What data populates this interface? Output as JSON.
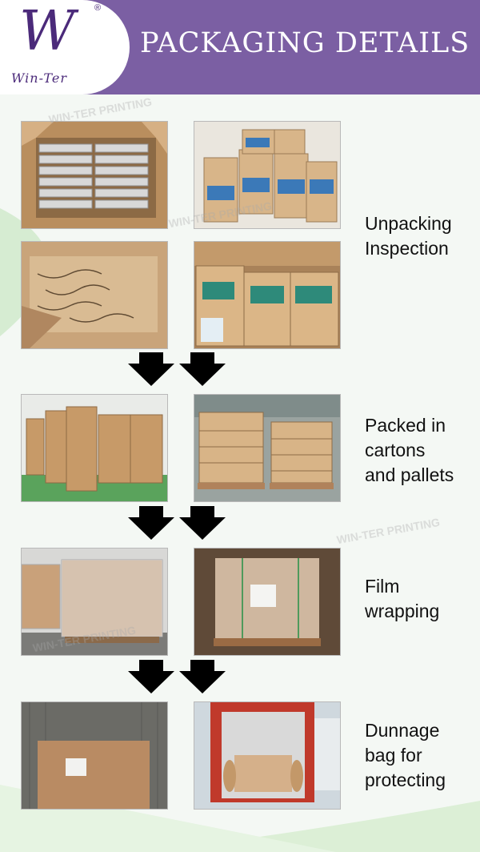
{
  "header": {
    "title": "PACKAGING DETAILS",
    "logo_mark": "W",
    "logo_sub": "Win-Ter",
    "registered": "®"
  },
  "steps": [
    {
      "label_lines": [
        "Unpacking",
        "Inspection"
      ]
    },
    {
      "label_lines": [
        "Packed in",
        "cartons",
        "and pallets"
      ]
    },
    {
      "label_lines": [
        "Film",
        "wrapping"
      ]
    },
    {
      "label_lines": [
        "Dunnage",
        "bag for",
        "protecting"
      ]
    }
  ],
  "watermark": "WIN-TER PRINTING",
  "colors": {
    "header": "#7b5fa3",
    "logo": "#4b2a7a",
    "arrow": "#000000",
    "carton": "#c9a47a"
  },
  "icons": [
    "down-arrow-icon"
  ]
}
